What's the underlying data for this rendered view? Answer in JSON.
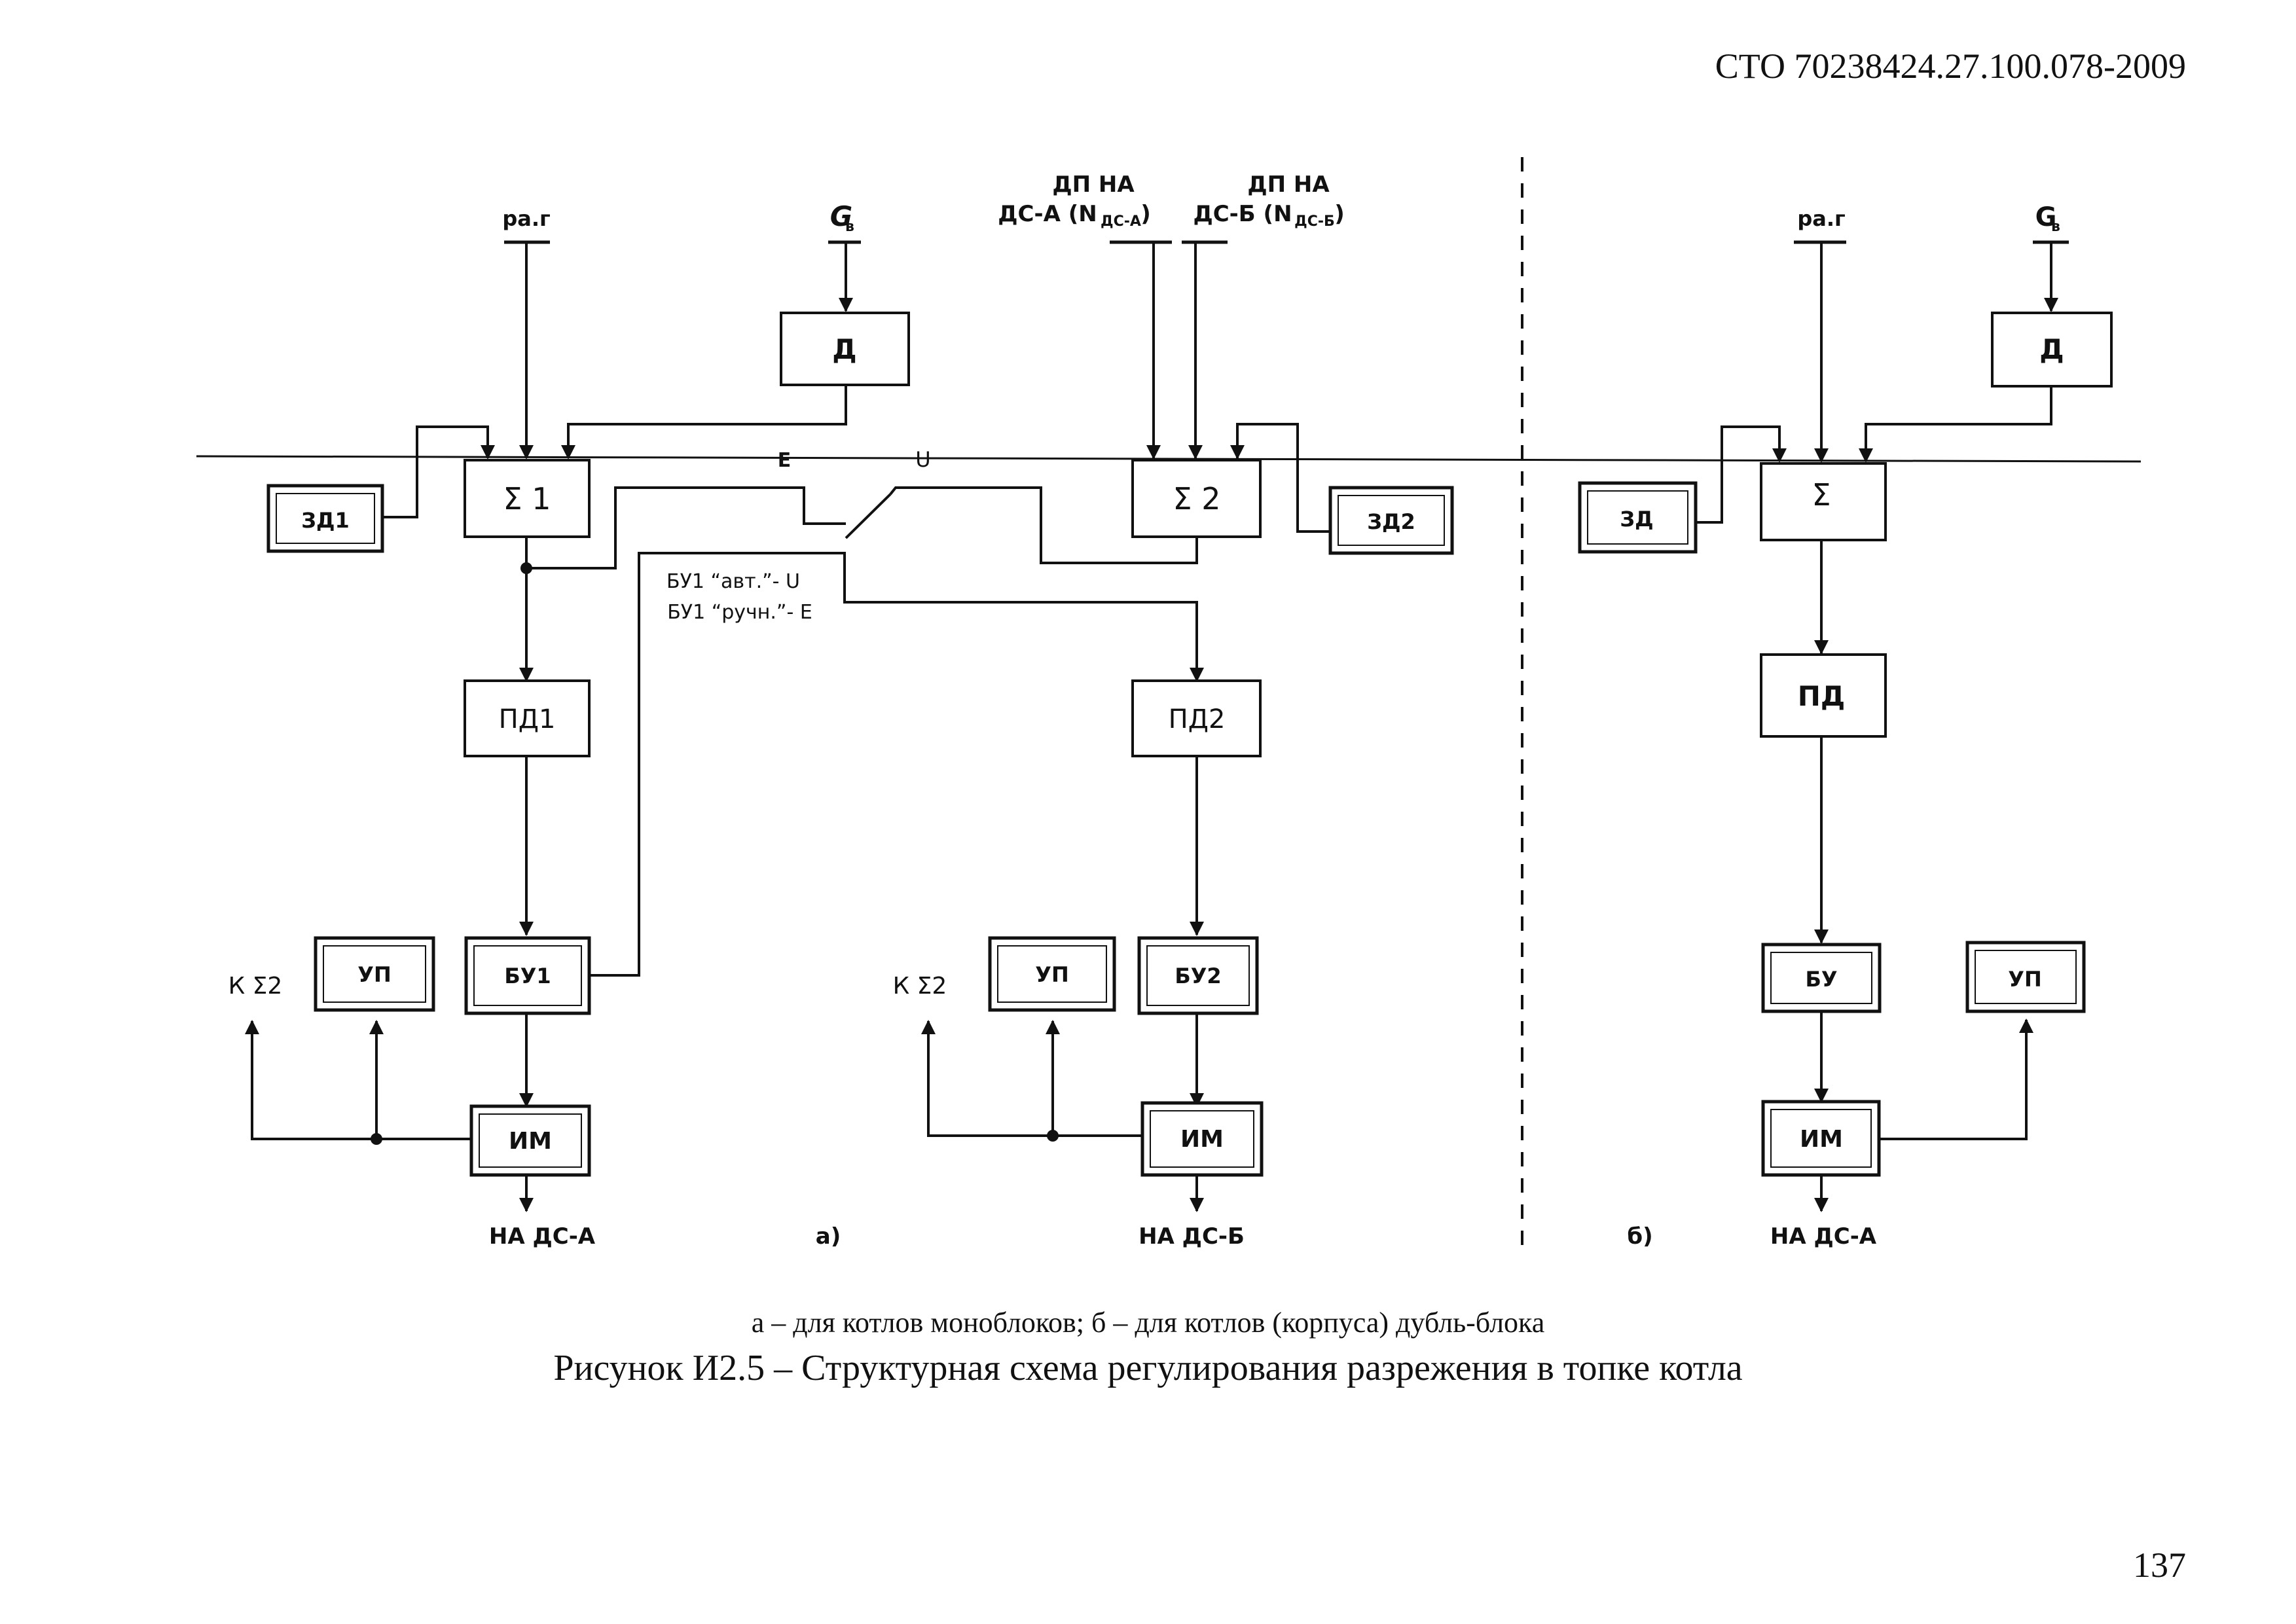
{
  "header": {
    "doc_code": "СТО 70238424.27.100.078-2009"
  },
  "diagram": {
    "in_p_a": "ра.г",
    "in_g_a": "G",
    "dp_a_line1": "ДП НА",
    "dp_a_line2": "ДС-А (N",
    "dp_a_sub": "ДС-А",
    "dp_b_line1": "ДП НА",
    "dp_b_line2": "ДС-Б (N",
    "dp_b_sub": "ДС-Б",
    "close_paren": ")",
    "d1": "Д",
    "sum1": "Σ 1",
    "sum2": "Σ 2",
    "zd1": "ЗД1",
    "zd2": "ЗД2",
    "pd1": "ПД1",
    "pd2": "ПД2",
    "up1": "УП",
    "bu1": "БУ1",
    "im1": "ИМ",
    "up2": "УП",
    "bu2": "БУ2",
    "im2": "ИМ",
    "k_sigma2_left": "К Σ2",
    "k_sigma2_mid": "К Σ2",
    "label_e": "E",
    "label_u": "U",
    "switch_auto": "БУ1 “авт.”- U",
    "switch_manual": "БУ1 “ручн.”- E",
    "out_a": "НА ДС-А",
    "out_b": "НА ДС-Б",
    "part_a": "а)",
    "in_p_b": "ра.г",
    "in_g_b": "G",
    "d2": "Д",
    "sum": "Σ",
    "zd": "ЗД",
    "pd": "ПД",
    "bu": "БУ",
    "up3": "УП",
    "im3": "ИМ",
    "part_b": "б)",
    "out_c": "НА ДС-А"
  },
  "caption": {
    "sub": "а –  для котлов моноблоков; б –  для котлов (корпуса) дубль-блока",
    "main": "Рисунок И2.5 –  Структурная схема регулирования разрежения в топке котла"
  },
  "page_number": "137"
}
